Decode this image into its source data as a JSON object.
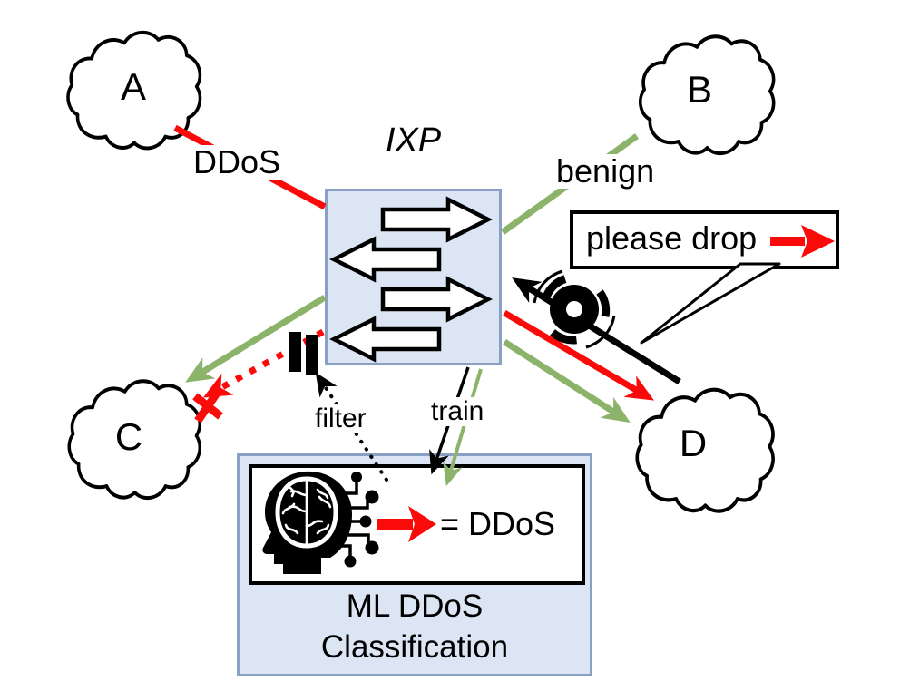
{
  "diagram": {
    "ixp": {
      "title": "IXP"
    },
    "clouds": {
      "a": "A",
      "b": "B",
      "c": "C",
      "d": "D"
    },
    "edges": {
      "ddos_label": "DDoS",
      "benign_label": "benign",
      "filter_label": "filter",
      "train_label": "train"
    },
    "callout": {
      "text": "please drop"
    },
    "ml_box": {
      "legend_equals": "= DDoS",
      "caption_line1": "ML DDoS",
      "caption_line2": "Classification"
    },
    "colors": {
      "attack": "#fb0a0a",
      "benign": "#8cb36a",
      "box_fill": "#dbe5f3",
      "box_border": "#8a9fc4"
    }
  }
}
